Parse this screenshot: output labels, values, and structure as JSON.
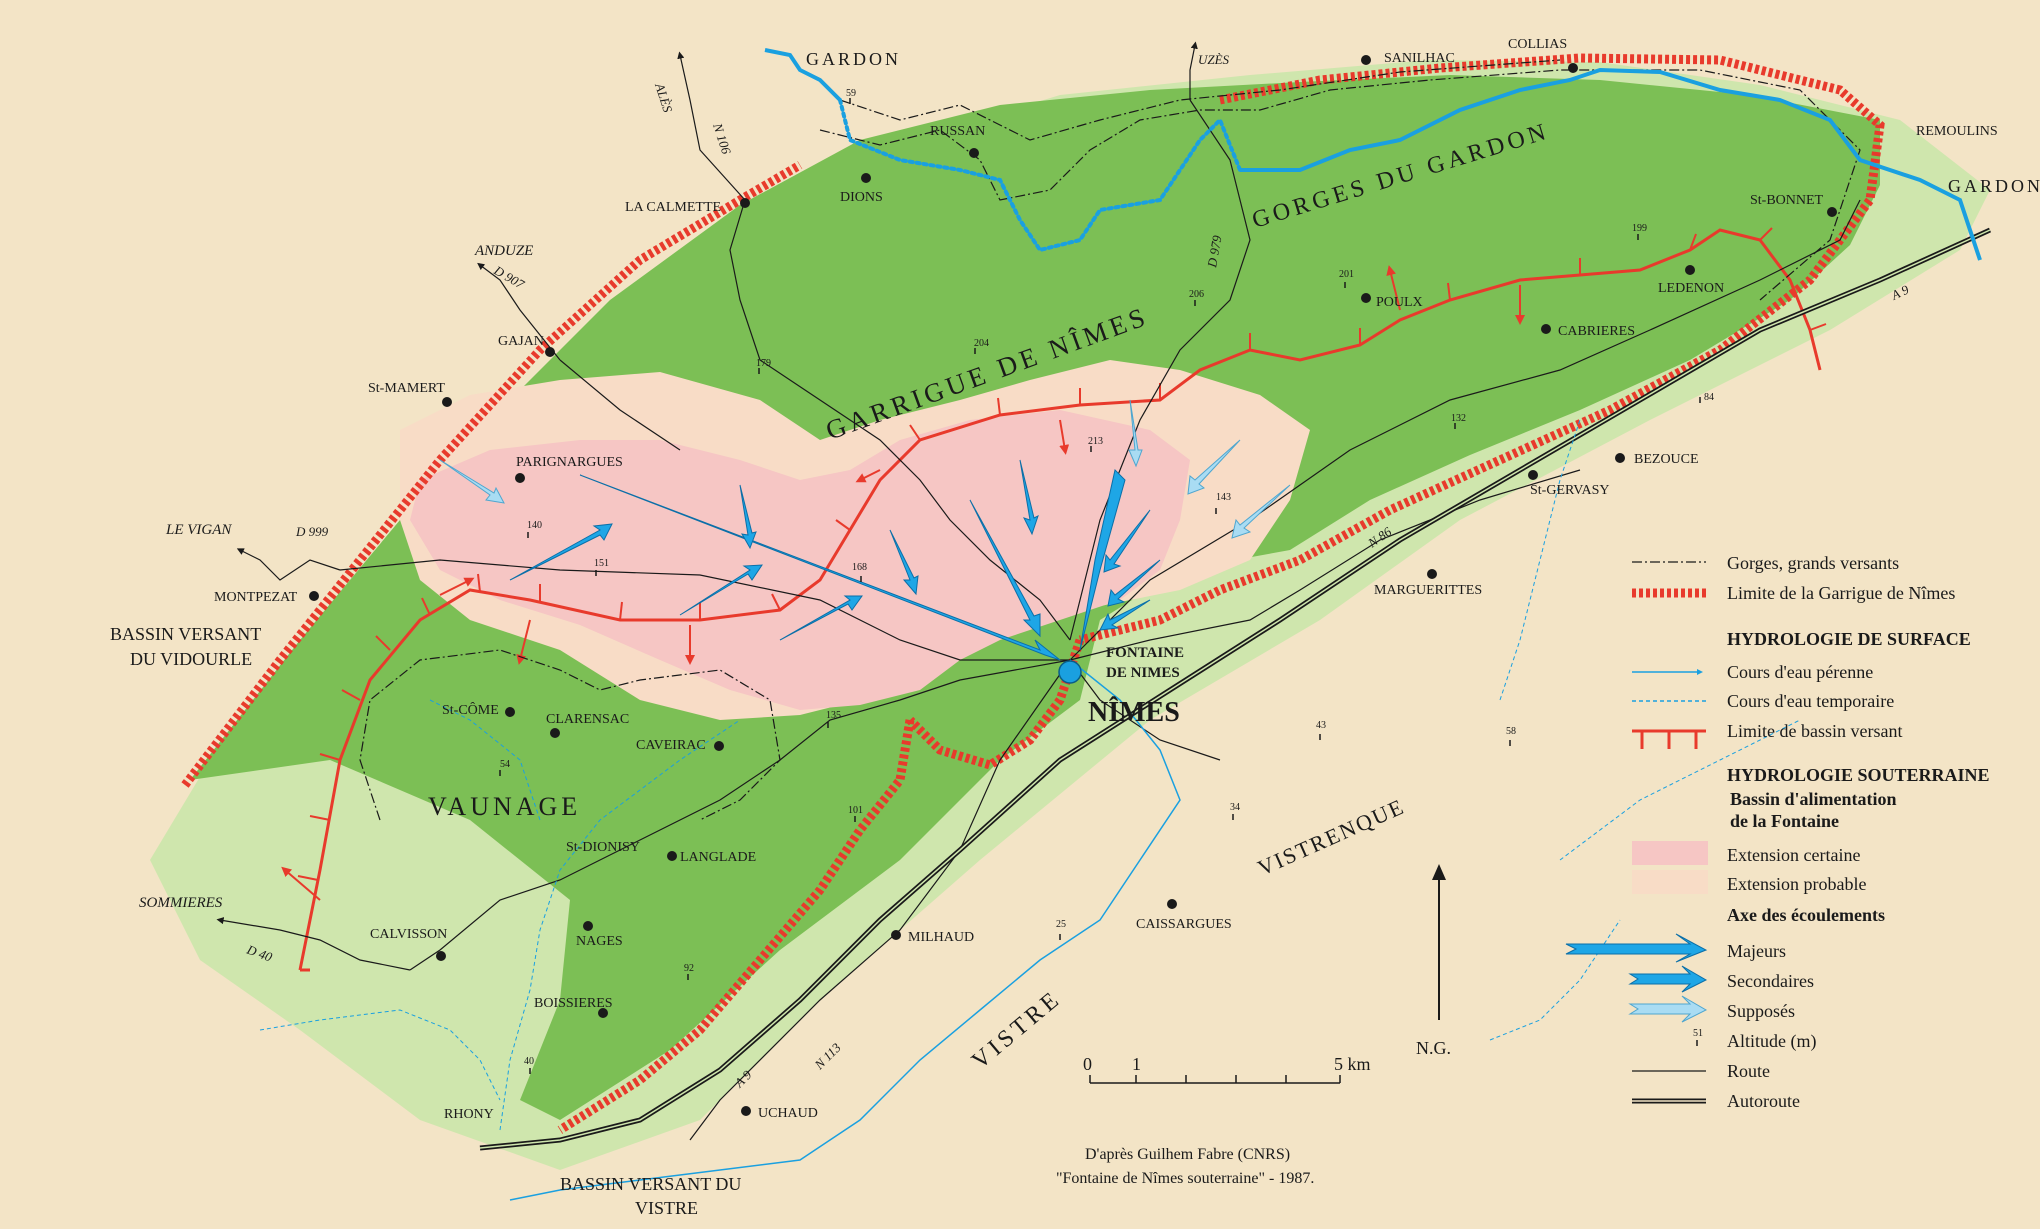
{
  "colors": {
    "background": "#f3e4c6",
    "garrigue_green": "#7cbf55",
    "plain_green": "#cfe6ad",
    "extension_certaine": "#f6c6c4",
    "extension_probable": "#f8dcc6",
    "river": "#1aa0e0",
    "limit_red": "#e83a2c",
    "arrow_major": "#1ea6e6",
    "arrow_supposed": "#a9dcf3"
  },
  "regions": {
    "gorges_du_gardon": "GORGES   DU   GARDON",
    "garrigue_de_nimes": "GARRIGUE DE NÎMES",
    "vaunage": "VAUNAGE",
    "vistrenque": "VISTRENQUE",
    "vistre": "VISTRE",
    "bassin_vidourle": [
      "BASSIN VERSANT",
      "DU VIDOURLE"
    ],
    "bassin_vistre": [
      "BASSIN VERSANT DU",
      "VISTRE"
    ],
    "gardon_nw": "GARDON",
    "gardon_e": "GARDON"
  },
  "towns": {
    "nimes": "NÎMES",
    "fontaine": [
      "FONTAINE",
      "DE NIMES"
    ],
    "parignargues": "PARIGNARGUES",
    "la_calmette": "LA CALMETTE",
    "dions": "DIONS",
    "russan": "RUSSAN",
    "sanilhac": "SANILHAC",
    "collias": "COLLIAS",
    "remoulins": "REMOULINS",
    "st_bonnet": "St-BONNET",
    "ledenon": "LEDENON",
    "poulx": "POULX",
    "cabrieres": "CABRIERES",
    "gajan": "GAJAN",
    "st_mamert": "St-MAMERT",
    "montpezat": "MONTPEZAT",
    "st_come": "St-CÔME",
    "clarensac": "CLARENSAC",
    "caveirac": "CAVEIRAC",
    "st_dionisy": "St-DIONISY",
    "langlade": "LANGLADE",
    "nages": "NAGES",
    "calvisson": "CALVISSON",
    "boissieres": "BOISSIERES",
    "rhony": "RHONY",
    "uchaud": "UCHAUD",
    "milhaud": "MILHAUD",
    "caissargues": "CAISSARGUES",
    "marguerittes": "MARGUERITTES",
    "st_gervasy": "St-GERVASY",
    "bezouce": "BEZOUCE"
  },
  "roads": {
    "ales": "ALÈS",
    "n106": "N 106",
    "uzes": "UZÈS",
    "d979": "D 979",
    "anduze": "ANDUZE",
    "d907": "D 907",
    "le_vigan": "LE VIGAN",
    "d999": "D 999",
    "sommieres": "SOMMIERES",
    "d40": "D 40",
    "n113": "N 113",
    "a9_sw": "A 9",
    "a9_ne": "A 9",
    "n86": "N 86"
  },
  "altitudes": [
    "59",
    "179",
    "204",
    "206",
    "201",
    "199",
    "84",
    "132",
    "213",
    "143",
    "140",
    "151",
    "168",
    "135",
    "54",
    "101",
    "92",
    "40",
    "43",
    "58",
    "34",
    "25"
  ],
  "legend": {
    "gorges": "Gorges, grands versants",
    "limite_garrigue": "Limite de la Garrigue de Nîmes",
    "hydro_surface": "HYDROLOGIE DE SURFACE",
    "perenne": "Cours d'eau pérenne",
    "temporaire": "Cours d'eau temporaire",
    "limite_bassin": "Limite de bassin versant",
    "hydro_souterraine": "HYDROLOGIE SOUTERRAINE",
    "bassin_alim_1": "Bassin d'alimentation",
    "bassin_alim_2": "de la Fontaine",
    "ext_certaine": "Extension certaine",
    "ext_probable": "Extension probable",
    "axe": "Axe des écoulements",
    "majeurs": "Majeurs",
    "secondaires": "Secondaires",
    "supposes": "Supposés",
    "altitude": "Altitude (m)",
    "altitude_sample": "51",
    "route": "Route",
    "autoroute": "Autoroute"
  },
  "north": "N.G.",
  "scale": {
    "zero": "0",
    "one": "1",
    "five": "5 km"
  },
  "credit": [
    "D'après Guilhem Fabre (CNRS)",
    "\"Fontaine de Nîmes souterraine\" - 1987."
  ]
}
